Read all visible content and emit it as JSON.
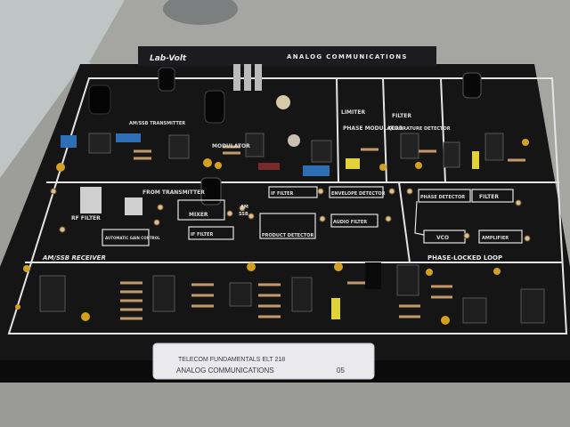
{
  "header_strip": {
    "brand_logo": "Lab-Volt",
    "title": "ANALOG COMMUNICATIONS"
  },
  "board": {
    "sections": {
      "receiver": "AM/SSB RECEIVER",
      "pll": "PHASE-LOCKED LOOP",
      "phase_modulator": "PHASE MODULATOR",
      "quadrature_detector": "QUADRATURE DETECTOR",
      "transmitter": "AM/SSB TRANSMITTER"
    },
    "blocks": {
      "from_transmitter": "FROM TRANSMITTER",
      "rf_filter": "RF FILTER",
      "mixer": "MIXER",
      "if_filter_top": "IF FILTER",
      "if_filter": "IF FILTER",
      "agc": "AUTOMATIC GAIN CONTROL",
      "envelope_detector": "ENVELOPE DETECTOR",
      "audio_filter": "AUDIO FILTER",
      "product_detector": "PRODUCT DETECTOR",
      "phase_detector": "PHASE DETECTOR",
      "pll_filter": "FILTER",
      "vco": "VCO",
      "amplifier": "AMPLIFIER",
      "limiter": "LIMITER",
      "quad_filter": "FILTER",
      "modulator": "MODULATOR",
      "am": "AM",
      "ssb": "SSB"
    }
  },
  "label_card": {
    "line1": "TELECOM FUNDAMENTALS   ELT 218",
    "line2": "ANALOG COMMUNICATIONS",
    "number": "05"
  },
  "colors": {
    "board": "#161616",
    "silkscreen": "#e6e6e6",
    "table": "#a9aaa6",
    "wall": "#bdc2c3",
    "card": "#e9e9ee"
  }
}
